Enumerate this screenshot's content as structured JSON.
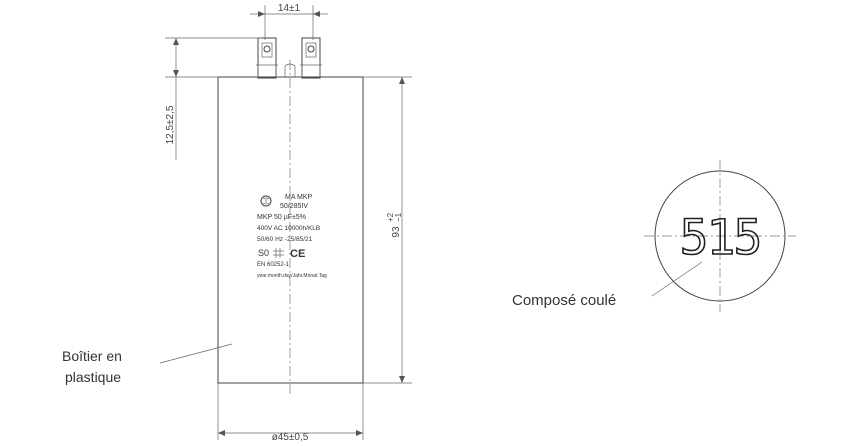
{
  "dimensions": {
    "terminal_spacing": "14±1",
    "terminal_height": "12,5±2,5",
    "height": "93",
    "height_tol_upper": "+2",
    "height_tol_lower": "−1",
    "diameter": "ø45±0,5"
  },
  "labels": {
    "housing_line1": "Boîtier en",
    "housing_line2": "plastique",
    "compound": "Composé coulé"
  },
  "marking": {
    "line1": "MA  MKP",
    "line2": "50/285IV",
    "line3": "MKP  50  µF±5%",
    "line4": "400V  AC  10000h/KLB",
    "line5": "50/60  Hz  -25/85/21",
    "s0": "S0",
    "ce": "CE",
    "standard": "EN  60252-1",
    "date_format": "year.month.day/Jahr.Monat.Tag"
  },
  "top_view": {
    "code": "515"
  }
}
